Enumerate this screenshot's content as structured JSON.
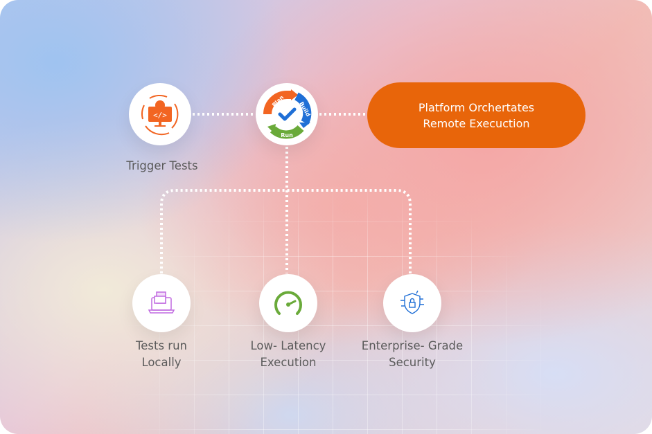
{
  "top": {
    "trigger": {
      "label": "Trigger Tests",
      "icon": "monitor-code-gear-icon"
    },
    "cycle": {
      "icon": "plan-build-run-cycle-icon",
      "words": [
        "Plan",
        "Build",
        "Run"
      ]
    },
    "platform": {
      "line1": "Platform Orchertates",
      "line2": "Remote Execuction"
    }
  },
  "bottom": [
    {
      "line1": "Tests run",
      "line2": "Locally",
      "icon": "laptop-document-icon"
    },
    {
      "line1": "Low- Latency",
      "line2": "Execution",
      "icon": "speedometer-icon"
    },
    {
      "line1": "Enterprise- Grade",
      "line2": "Security",
      "icon": "shield-lock-icon"
    }
  ],
  "colors": {
    "accent": "#e8650a",
    "plan": "#f26522",
    "build": "#1f6fd6",
    "run": "#6aaa3a",
    "purple": "#c06ae0"
  }
}
